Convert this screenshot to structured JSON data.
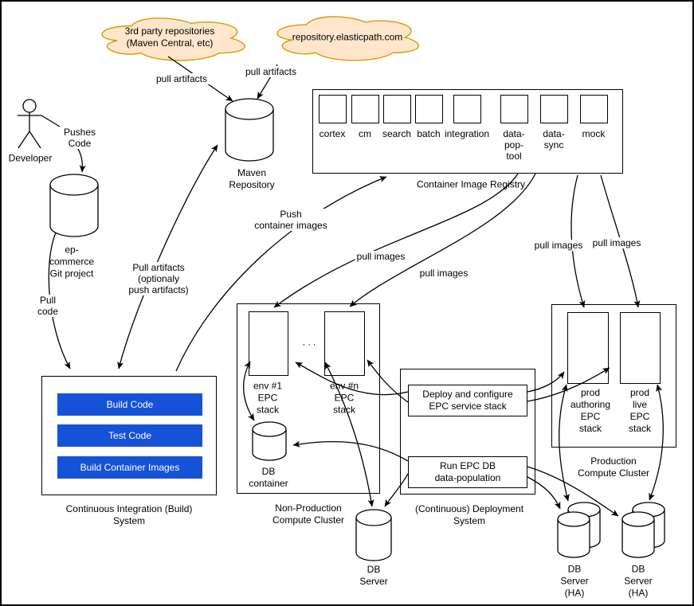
{
  "colors": {
    "cloud_fill": "#FFE6CC",
    "cloud_stroke": "#D79B00",
    "step_button_fill": "#1552D8",
    "step_button_text": "#FFFFFF",
    "line": "#000000",
    "background": "#FFFFFF"
  },
  "clouds": {
    "third_party": "3rd party repositories\n(Maven Central, etc)",
    "elasticpath": "repository.elasticpath.com"
  },
  "actors": {
    "developer": "Developer"
  },
  "stores": {
    "git_project": "ep-\ncommerce\nGit project",
    "maven": "Maven\nRepository",
    "db_container": "DB\ncontainer",
    "db_server": "DB\nServer",
    "db_server_ha1": "DB\nServer\n(HA)",
    "db_server_ha2": "DB\nServer\n(HA)"
  },
  "registry": {
    "title": "Container Image Registry",
    "items": [
      {
        "label": "cortex"
      },
      {
        "label": "cm"
      },
      {
        "label": "search"
      },
      {
        "label": "batch"
      },
      {
        "label": "integration"
      },
      {
        "label": "data-\npop-\ntool"
      },
      {
        "label": "data-\nsync"
      },
      {
        "label": "mock"
      }
    ]
  },
  "ci": {
    "title": "Continuous Integration (Build)\nSystem",
    "steps": [
      {
        "label": "Build Code"
      },
      {
        "label": "Test Code"
      },
      {
        "label": "Build Container Images"
      }
    ]
  },
  "nonprod": {
    "title": "Non-Production\nCompute Cluster",
    "env1": "env #1\nEPC\nstack",
    "envn": "env #n\nEPC\nstack",
    "dots": ". . ."
  },
  "deployment": {
    "title": "(Continuous) Deployment\nSystem",
    "deploy": "Deploy and configure\nEPC service stack",
    "run": "Run EPC DB\ndata-population"
  },
  "production": {
    "title": "Production\nCompute Cluster",
    "authoring": "prod\nauthoring\nEPC\nstack",
    "live": "prod\nlive\nEPC\nstack"
  },
  "edge_labels": {
    "pull_artifacts_left": "pull artifacts",
    "pull_artifacts_right": "pull artifacts",
    "pushes_code": "Pushes\nCode",
    "pull_code": "Pull\ncode",
    "pull_artifacts_optional": "Pull artifacts\n(optionaly\npush artifacts)",
    "push_container_images": "Push\ncontainer images",
    "pull_images_env1": "pull images",
    "pull_images_envn": "pull images",
    "pull_images_authoring": "pull images",
    "pull_images_live": "pull images"
  }
}
